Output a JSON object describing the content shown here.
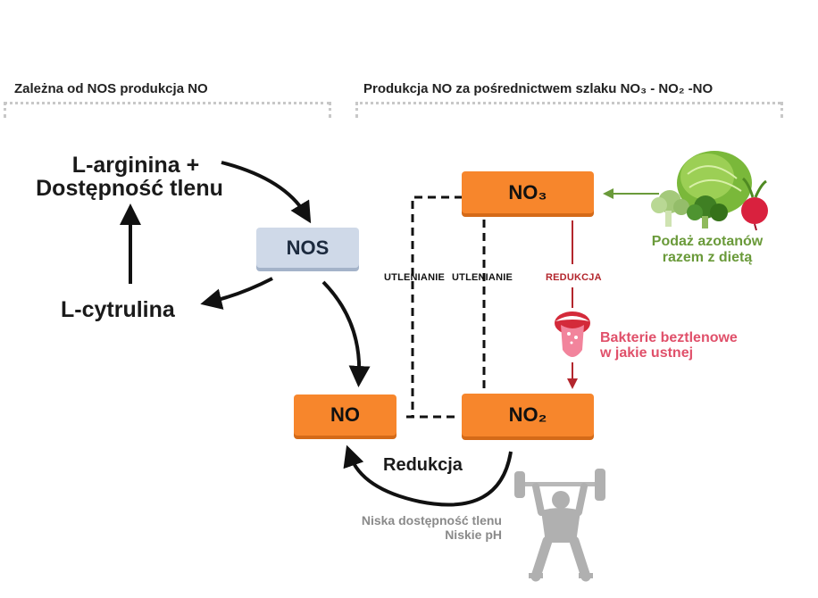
{
  "left_section": {
    "title": "Zależna od NOS produkcja NO"
  },
  "right_section": {
    "title": "Produkcja NO za pośrednictwem szlaku NO₃ - NO₂ -NO"
  },
  "nodes": {
    "arginine_line1": "L-arginina +",
    "arginine_line2": "Dostępność tlenu",
    "citrulline": "L-cytrulina",
    "nos": "NOS",
    "no": "NO",
    "no3": "NO₃",
    "no2": "NO₂"
  },
  "labels": {
    "oxidation_1": "UTLENIANIE",
    "oxidation_2": "UTLENIANIE",
    "reduction_small": "REDUKCJA",
    "reduction": "Redukcja",
    "diet_line1": "Podaż azotanów",
    "diet_line2": "razem z dietą",
    "bacteria_line1": "Bakterie beztlenowe",
    "bacteria_line2": "w jakie ustnej",
    "low_oxygen": "Niska dostępność tlenu",
    "low_ph": "Niskie pH"
  },
  "colors": {
    "orange": "#f7862c",
    "nos_blue": "#cfd9e8",
    "green": "#6a9a3a",
    "red": "#b3262d",
    "pink": "#e0506a",
    "gray": "#8a8a8a"
  },
  "icons": [
    "vegetables-icon",
    "mouth-icon",
    "weightlifter-icon"
  ]
}
